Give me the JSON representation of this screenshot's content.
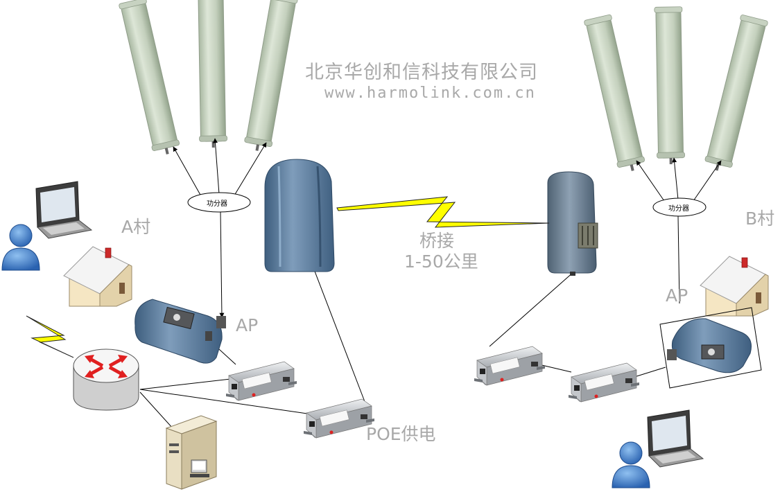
{
  "company": {
    "name": "北京华创和信科技有限公司",
    "website": "www.harmolink.com.cn"
  },
  "site_a": {
    "village": "A村",
    "splitter": "功分器",
    "ap": "AP"
  },
  "site_b": {
    "village": "B村",
    "splitter": "功分器",
    "ap": "AP"
  },
  "link": {
    "type": "桥接",
    "distance": "1-50公里"
  },
  "power": {
    "label": "POE供电"
  },
  "colors": {
    "label_gray": "#a8a8a8",
    "lightning_yellow": "#ffff00",
    "antenna_body": "#c3cfbc",
    "bridge_blue": "#5d7d9c",
    "router_red": "#e02020",
    "user_blue": "#3a78c8"
  },
  "icons": {
    "sector_antenna": "sector-antenna-icon",
    "bridge_unit": "outdoor-bridge-icon",
    "ap_unit": "access-point-icon",
    "poe_injector": "poe-injector-icon",
    "router": "router-icon",
    "server": "server-icon",
    "laptop": "laptop-icon",
    "user": "user-icon",
    "house": "house-icon",
    "wireless": "lightning-icon"
  }
}
